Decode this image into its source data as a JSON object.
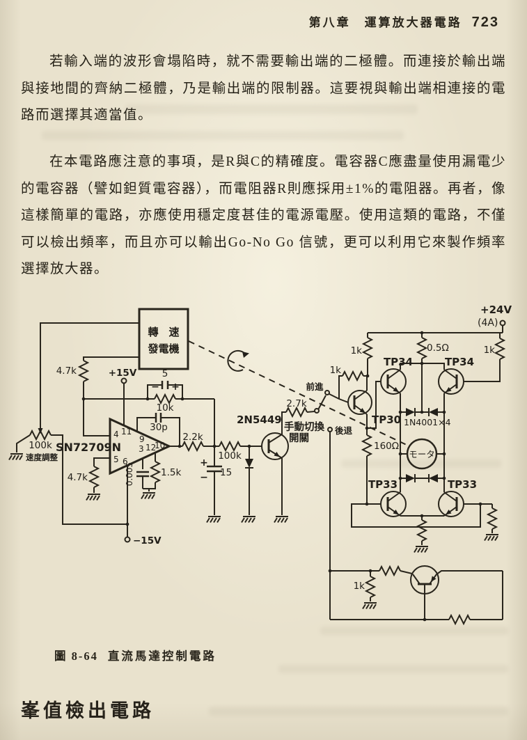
{
  "colors": {
    "paper": "#e9e2cd",
    "ink": "#25221a"
  },
  "header": {
    "chapter_title": "第八章　運算放大器電路",
    "page_number": "723"
  },
  "paragraphs": {
    "p1": "若輸入端的波形會塌陷時，就不需要輸出端的二極體。而連接於輸出端與接地間的齊納二極體，乃是輸出端的限制器。這要視與輸出端相連接的電路而選擇其適當值。",
    "p2": "在本電路應注意的事項，是R與C的精確度。電容器C應盡量使用漏電少的電容器（譬如鉭質電容器），而電阻器R則應採用±1%的電阻器。再者，像這樣簡單的電路，亦應使用穩定度甚佳的電源電壓。使用這類的電路，不僅可以檢出頻率，而且亦可以輸出Go-No Go 信號，更可以利用它來製作頻率選擇放大器。"
  },
  "figure": {
    "caption_number": "圖 8-64",
    "caption_title": "直流馬達控制電路"
  },
  "section_heading": "峯值檢出電路",
  "circuit": {
    "tacho1": "轉　速",
    "tacho2": "發電機",
    "r_4k7_top": "4.7k",
    "v_pos": "+15V",
    "c5": "5",
    "c5_minus": "−",
    "c5_plus": "+",
    "r_10k": "10k",
    "c_30p": "30p",
    "ic": "SN72709N",
    "pin4": "4",
    "pin11": "11",
    "pin9": "9",
    "pin3": "3",
    "pin12": "12",
    "pin10": "10",
    "pin5": "5",
    "pin6": "6",
    "pot": "100k",
    "pot_label": "速度調整",
    "r_4k7_bot": "4.7k",
    "c_0005": "0.005",
    "r_1k5": "1.5k",
    "v_neg": "−15V",
    "r_2k2": "2.2k",
    "r_100k": "100k",
    "c15_plus": "+",
    "c15": "15",
    "c15_minus": "−",
    "q1": "2N5449",
    "r_2k7": "2.7k",
    "sw_fwd": "前進",
    "sw_name1": "手動切換",
    "sw_name2": "開關",
    "sw_rev": "後退",
    "r_1k_v": "1k",
    "r_1k_h": "1k",
    "tp30": "TP30",
    "tp34_l": "TP34",
    "tp34_r": "TP34",
    "r_05": "0.5Ω",
    "v24": "+24V",
    "v24a": "(4A)",
    "r_1k_r": "1k",
    "d_bridge": "1N4001×4",
    "motor": "モータ",
    "r_160": "160Ω",
    "tp33_l": "TP33",
    "tp33_r": "TP33",
    "r_1k_b": "1k"
  }
}
